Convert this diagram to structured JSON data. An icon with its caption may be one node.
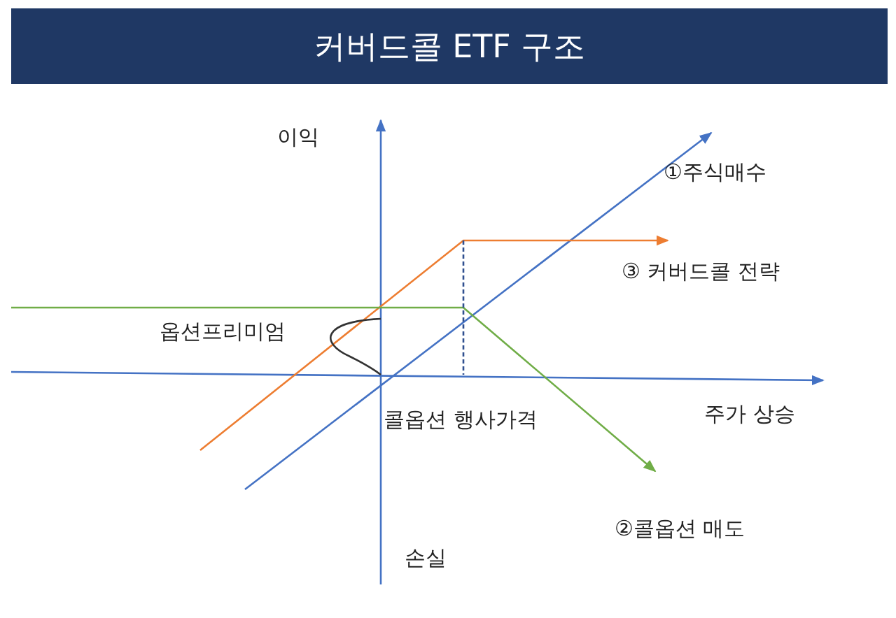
{
  "diagram": {
    "title": "커버드콜 ETF 구조",
    "labels": [
      "이익",
      "①주식매수",
      "③ 커버드콜 전략",
      "옵션프리미엄",
      "주가 상승",
      "콜옵션 행사가격",
      "②콜옵션 매도",
      "손실"
    ]
  }
}
